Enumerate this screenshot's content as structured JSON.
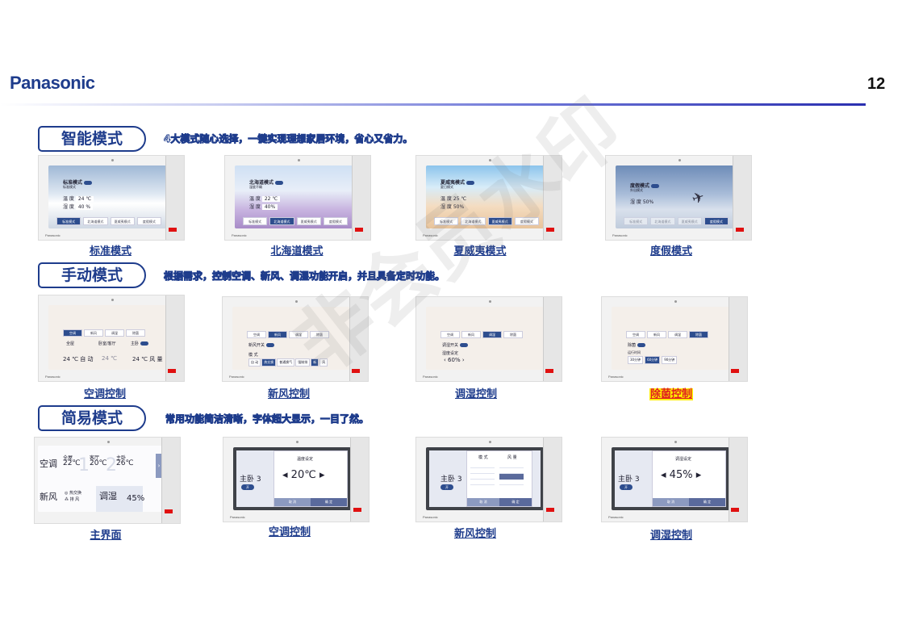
{
  "brand": "Panasonic",
  "page_number": "12",
  "watermark": "非会员水印",
  "sections": [
    {
      "label": "智能模式",
      "desc": "4大模式随心选择，一键实现理想家居环境，省心又省力。",
      "cards": [
        {
          "caption": "标准模式",
          "title": "标准模式",
          "sub": "标准模式",
          "l1": "温 度",
          "v1": "24 ℃",
          "l2": "湿 度",
          "v2": "40 %",
          "buttons": [
            "标准模式",
            "北海道模式",
            "夏威夷模式",
            "度假模式"
          ]
        },
        {
          "caption": "北海道模式",
          "title": "北海道模式",
          "sub": "湿度不确",
          "l1": "温 度",
          "v1": "22 ℃",
          "l2": "湿 度",
          "v2": "40%",
          "buttons": [
            "标准模式",
            "北海道模式",
            "夏威夷模式",
            "度假模式"
          ]
        },
        {
          "caption": "夏威夷模式",
          "title": "夏威夷模式",
          "sub": "夏日模式",
          "l1": "温 度",
          "v1": "25 ℃",
          "l2": "湿 度",
          "v2": "50%",
          "buttons": [
            "标准模式",
            "北海道模式",
            "夏威夷模式",
            "度假模式"
          ]
        },
        {
          "caption": "度假模式",
          "title": "度假模式",
          "sub": "外出模式",
          "l1": "湿 度",
          "v1": "50%",
          "buttons": [
            "标准模式",
            "北海道模式",
            "夏威夷模式",
            "度假模式"
          ]
        }
      ]
    },
    {
      "label": "手动模式",
      "desc": "根据需求，控制空调、新风、调湿功能开启，并且具备定时功能。",
      "tabs": [
        "空调",
        "新风",
        "调湿",
        "除菌"
      ],
      "cards": [
        {
          "caption": "空调控制",
          "z1": "全屋",
          "z2": "卧室/客厅",
          "z3": "主卧",
          "t1": "24 ℃",
          "m1": "自 动",
          "t2": "24 ℃",
          "t3": "24 ℃",
          "m3": "风 量"
        },
        {
          "caption": "新风控制",
          "row1": "新风开关",
          "row2": "模 式",
          "opts": [
            "自 动",
            "热交换",
            "普通换气",
            "强制排",
            "新",
            "风"
          ]
        },
        {
          "caption": "调湿控制",
          "row1": "调湿开关",
          "row2": "湿度设定",
          "value": "60%"
        },
        {
          "caption": "除菌控制",
          "row1": "除菌",
          "row2": "运行时间",
          "opts": [
            "30分钟",
            "60分钟",
            "90分钟"
          ]
        }
      ]
    },
    {
      "label": "简易模式",
      "desc": "常用功能简洁清晰，字体超大显示，一目了然。",
      "cards": [
        {
          "caption": "主界面",
          "ac": "空调",
          "rooms": [
            {
              "n": "全屋",
              "t": "22℃"
            },
            {
              "n": "客厅",
              "t": "20℃"
            },
            {
              "n": "主卧",
              "t": "26℃"
            }
          ],
          "nums": [
            "1",
            "2"
          ],
          "fresh": "新风",
          "fresh_opt1": "◎ 热交换",
          "fresh_opt2": "⁂ 排 风",
          "hum": "调湿",
          "hum_val": "45%"
        },
        {
          "caption": "空调控制",
          "room": "主卧 3",
          "setting": "温度设定",
          "value": "20℃",
          "cancel": "取 消",
          "ok": "确 定",
          "on": "开"
        },
        {
          "caption": "新风控制",
          "room": "主卧 3",
          "col1": "模 式",
          "col2": "风 量",
          "cancel": "取 消",
          "ok": "确 定",
          "on": "开"
        },
        {
          "caption": "调湿控制",
          "room": "主卧 3",
          "setting": "调湿设定",
          "value": "45%",
          "cancel": "取 消",
          "ok": "确 定",
          "on": "开"
        }
      ]
    }
  ],
  "colors": {
    "accent": "#1e3c8c",
    "button": "#2d4d8e",
    "red": "#e01010",
    "highlight": "#ffee00"
  }
}
